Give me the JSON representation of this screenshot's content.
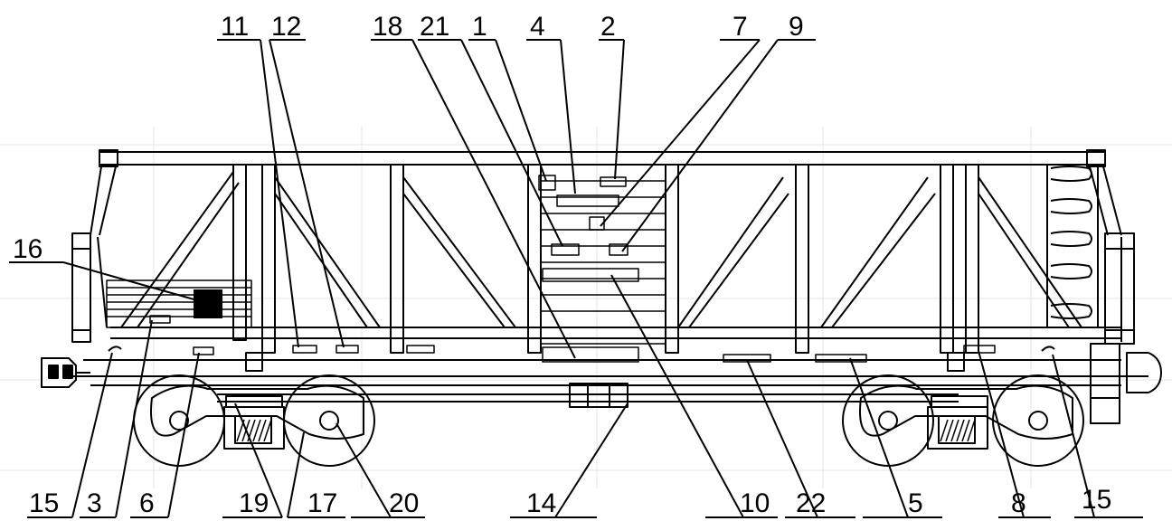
{
  "diagram": {
    "subject": "open-top railway gondola wagon side elevation with numbered marking locations",
    "labels": {
      "l1": "1",
      "l2": "2",
      "l3": "3",
      "l4": "4",
      "l5": "5",
      "l6": "6",
      "l7": "7",
      "l8": "8",
      "l9": "9",
      "l10": "10",
      "l11": "11",
      "l12": "12",
      "l14": "14",
      "l15a": "15",
      "l15b": "15",
      "l16": "16",
      "l17": "17",
      "l18": "18",
      "l19": "19",
      "l20": "20",
      "l21": "21",
      "l22": "22"
    },
    "colors": {
      "line": "#000000",
      "background": "#ffffff",
      "grid": "#e6e6e6"
    }
  }
}
